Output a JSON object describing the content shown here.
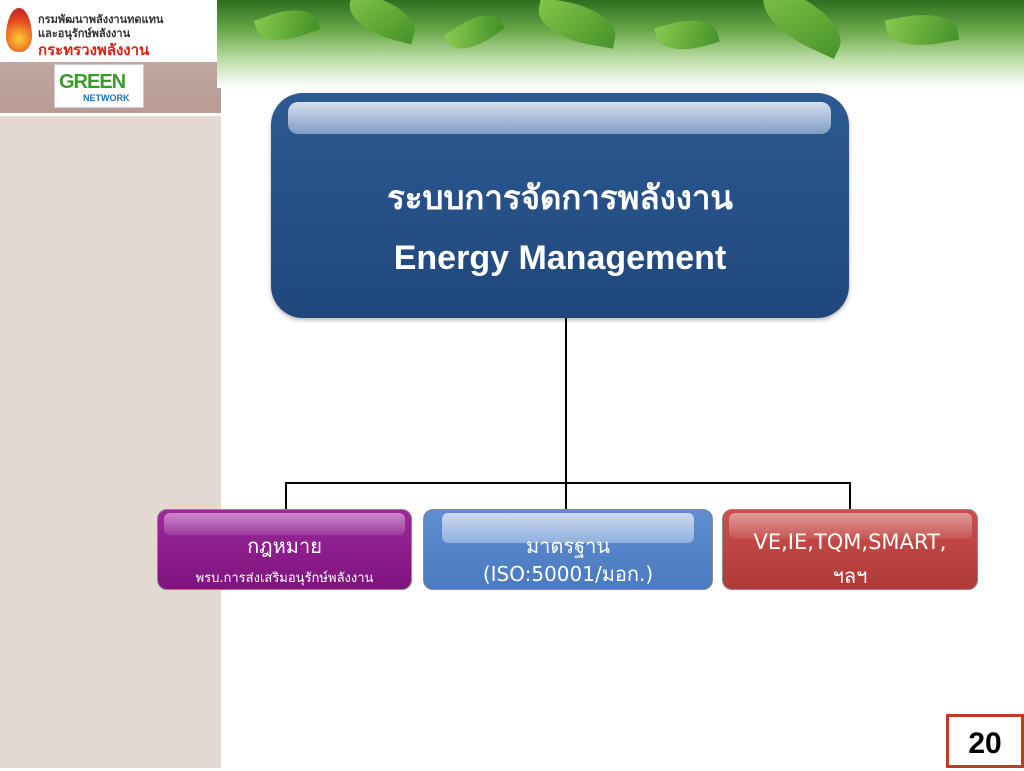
{
  "logo": {
    "line1": "กรมพัฒนาพลังงานทดแทน",
    "line2": "และอนุรักษ์พลังงาน",
    "line3": "กระทรวงพลังงาน",
    "green_word": "GREEN",
    "green_sub": "NETWORK"
  },
  "main": {
    "title_th": "ระบบการจัดการพลังงาน",
    "title_en": "Energy Management"
  },
  "children": [
    {
      "title": "กฎหมาย",
      "subtitle": "พรบ.การส่งเสริมอนุรักษ์พลังงาน"
    },
    {
      "title": "มาตรฐาน",
      "subtitle": "(ISO:50001/มอก.)"
    },
    {
      "title": "VE,IE,TQM,SMART,",
      "subtitle": "ฯลฯ"
    }
  ],
  "page_number": "20",
  "colors": {
    "main_box": "#1f477c",
    "law_box": "#7e137e",
    "standard_box": "#4a7abf",
    "tools_box": "#b03a37",
    "page_border": "#c0392b"
  }
}
